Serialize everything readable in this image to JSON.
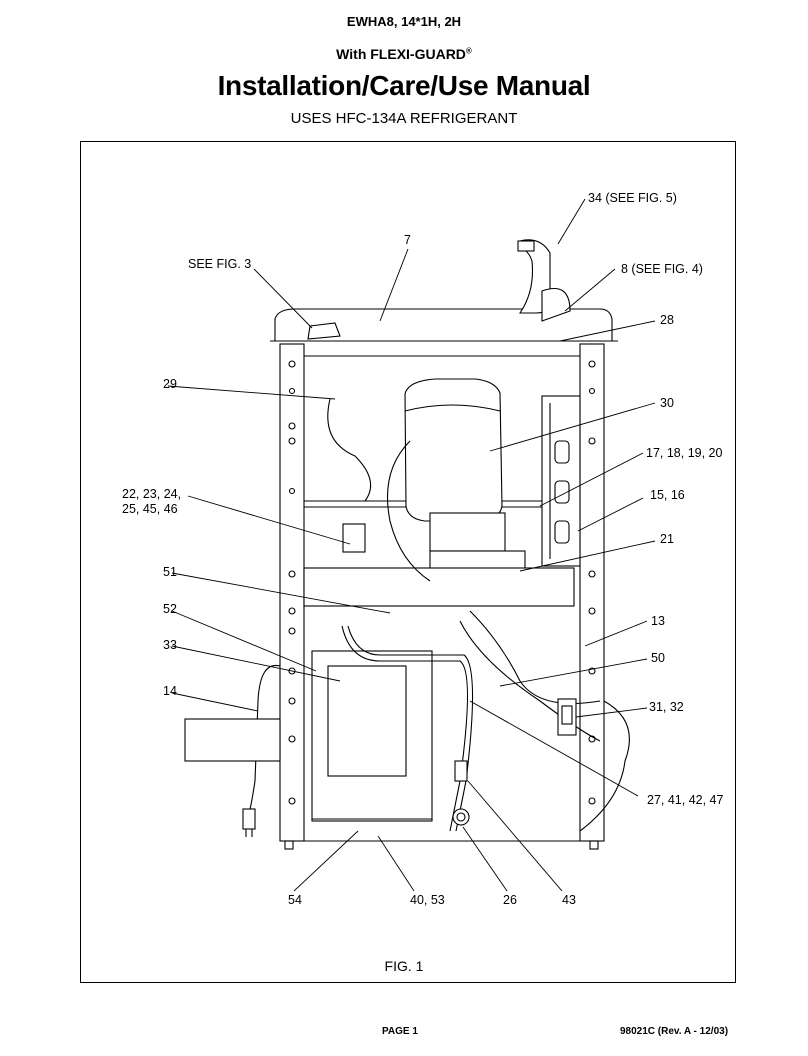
{
  "header": {
    "model": "EWHA8, 14*1H, 2H",
    "with_prefix": "With FLEXI-GUARD",
    "registered_mark": "®",
    "title": "Installation/Care/Use Manual",
    "subtitle": "USES HFC-134A REFRIGERANT"
  },
  "callouts": [
    {
      "id": "c34",
      "text": "34 (SEE FIG. 5)"
    },
    {
      "id": "c7",
      "text": "7"
    },
    {
      "id": "cfig3",
      "text": "SEE FIG. 3"
    },
    {
      "id": "c8",
      "text": "8 (SEE FIG. 4)"
    },
    {
      "id": "c28",
      "text": "28"
    },
    {
      "id": "c29",
      "text": "29"
    },
    {
      "id": "c30",
      "text": "30"
    },
    {
      "id": "c17",
      "text": "17, 18, 19, 20"
    },
    {
      "id": "c22a",
      "text": "22, 23, 24,"
    },
    {
      "id": "c22b",
      "text": "25, 45, 46"
    },
    {
      "id": "c15",
      "text": "15, 16"
    },
    {
      "id": "c21",
      "text": "21"
    },
    {
      "id": "c51",
      "text": "51"
    },
    {
      "id": "c52",
      "text": "52"
    },
    {
      "id": "c13",
      "text": "13"
    },
    {
      "id": "c33",
      "text": "33"
    },
    {
      "id": "c50",
      "text": "50"
    },
    {
      "id": "c14",
      "text": "14"
    },
    {
      "id": "c31",
      "text": "31, 32"
    },
    {
      "id": "c27",
      "text": "27, 41, 42, 47"
    },
    {
      "id": "c54",
      "text": "54"
    },
    {
      "id": "c40",
      "text": "40, 53"
    },
    {
      "id": "c26",
      "text": "26"
    },
    {
      "id": "c43",
      "text": "43"
    }
  ],
  "figure_caption": "FIG. 1",
  "footer": {
    "page": "PAGE 1",
    "doc": "98021C  (Rev. A - 12/03)"
  }
}
